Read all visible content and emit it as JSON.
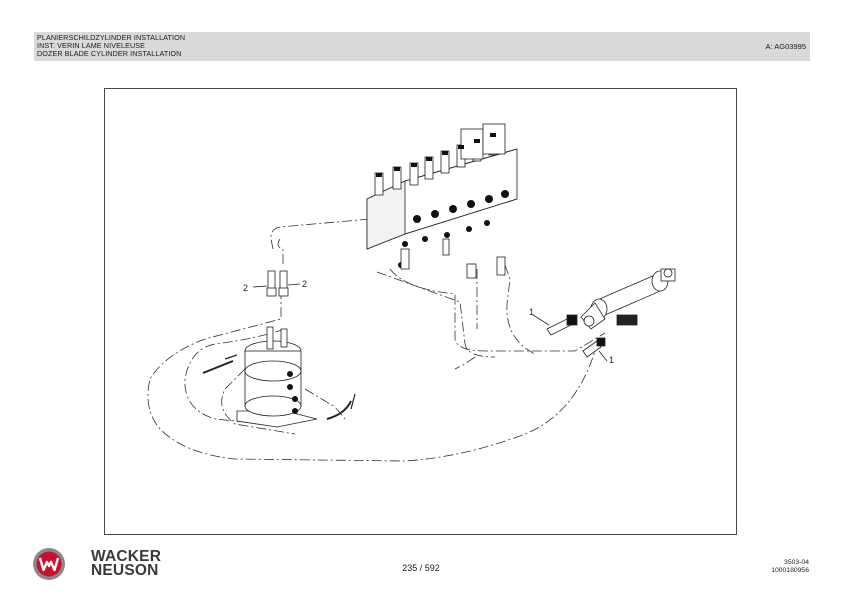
{
  "header": {
    "title_de": "PLANIERSCHILDZYLINDER INSTALLATION",
    "title_fr": "INST. VERIN LAME NIVELEUSE",
    "title_en": "DOZER BLADE CYLINDER INSTALLATION",
    "doc_code": "A: AG03995"
  },
  "figure": {
    "callouts": {
      "c2_left": "2",
      "c2_right": "2",
      "c1_top": "1",
      "c1_bottom": "1"
    }
  },
  "footer": {
    "brand_line1": "WACKER",
    "brand_line2": "NEUSON",
    "page_number": "235 / 592",
    "code_1": "3503-04",
    "code_2": "1000180956",
    "logo_color": "#c8102e"
  }
}
